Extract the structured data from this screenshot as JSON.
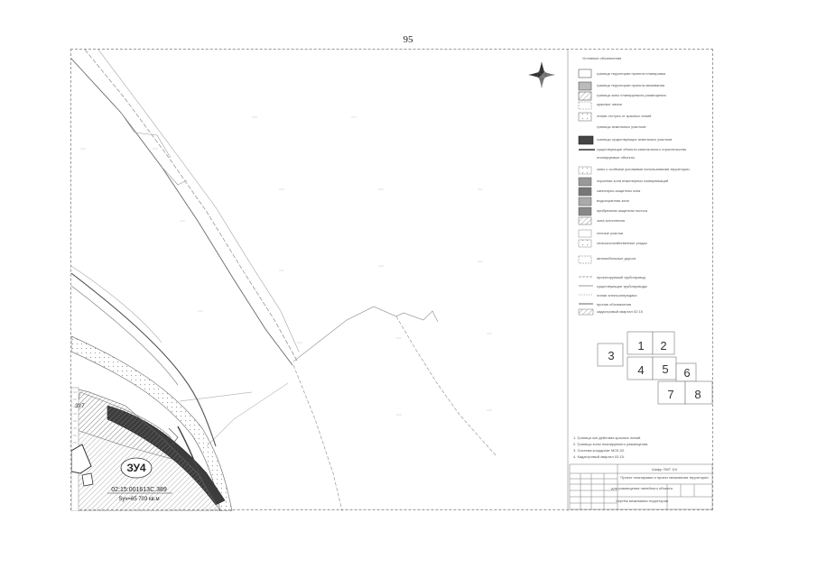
{
  "page_number": "95",
  "map": {
    "plot_label": "ЗУ4",
    "cadastral_number": "02:15:001613С.389",
    "area_text": "Sуч=65 703 кв.м",
    "small_label": "ЗУ7"
  },
  "index_sheets": [
    "1",
    "2",
    "3",
    "4",
    "5",
    "6",
    "7",
    "8"
  ],
  "legend": {
    "title": "Условные обозначения",
    "entries": [
      "граница территории проекта планировки",
      "граница территории проекта межевания",
      "граница зоны планируемого размещения",
      "красные линии",
      "линии отступа от красных линий",
      "границы земельных участков",
      "границы существующих земельных участков",
      "существующие объекты капитального строительства",
      "планируемые объекты",
      "зоны с особыми условиями использования территории",
      "охранная зона инженерных коммуникаций",
      "санитарно-защитная зона",
      "водоохранная зона",
      "прибрежная защитная полоса",
      "зона затопления",
      "лесные участки",
      "сельскохозяйственные угодья",
      "автомобильные дороги",
      "проектируемый трубопровод",
      "существующие трубопроводы",
      "линии электропередачи",
      "прочие обозначения",
      "кадастровый квартал 02:15"
    ]
  },
  "notes": [
    "1. Граница зон действия красных линий.",
    "2. Границы зоны планируемого размещения.",
    "3. Система координат МСК-02.",
    "4. Кадастровый квартал 02:15."
  ],
  "title_block": {
    "code": "Шифр ПМТ 3/4",
    "lines": [
      "Проект планировки и проект межевания территории",
      "для размещения линейного объекта",
      "Чертёж межевания территории"
    ]
  },
  "colors": {
    "line": "#555555",
    "line_light": "#a8a8a8",
    "hatch": "#777777",
    "road_fill": "#3c3c3c"
  }
}
